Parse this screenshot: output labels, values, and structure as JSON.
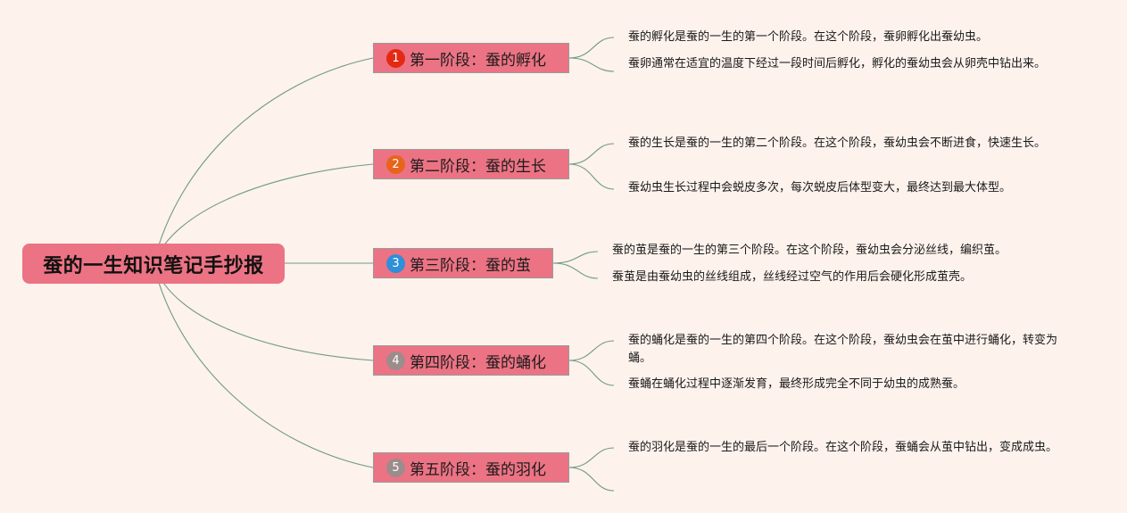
{
  "root": {
    "title": "蚕的一生知识笔记手抄报"
  },
  "branches": [
    {
      "number": "1",
      "badge_color": "#e32a12",
      "label": "第一阶段：蚕的孵化",
      "notes": [
        "蚕的孵化是蚕的一生的第一个阶段。在这个阶段，蚕卵孵化出蚕幼虫。",
        "蚕卵通常在适宜的温度下经过一段时间后孵化，孵化的蚕幼虫会从卵壳中钻出来。"
      ]
    },
    {
      "number": "2",
      "badge_color": "#e8641c",
      "label": "第二阶段：蚕的生长",
      "notes": [
        "蚕的生长是蚕的一生的第二个阶段。在这个阶段，蚕幼虫会不断进食，快速生长。",
        "蚕幼虫生长过程中会蜕皮多次，每次蜕皮后体型变大，最终达到最大体型。"
      ]
    },
    {
      "number": "3",
      "badge_color": "#2f8fd8",
      "label": "第三阶段：蚕的茧",
      "notes": [
        "蚕的茧是蚕的一生的第三个阶段。在这个阶段，蚕幼虫会分泌丝线，编织茧。",
        "蚕茧是由蚕幼虫的丝线组成，丝线经过空气的作用后会硬化形成茧壳。"
      ]
    },
    {
      "number": "4",
      "badge_color": "#9c8c8c",
      "label": "第四阶段：蚕的蛹化",
      "notes": [
        "蚕的蛹化是蚕的一生的第四个阶段。在这个阶段，蚕幼虫会在茧中进行蛹化，转变为蛹。",
        "蚕蛹在蛹化过程中逐渐发育，最终形成完全不同于幼虫的成熟蚕。"
      ]
    },
    {
      "number": "5",
      "badge_color": "#9c8c8c",
      "label": "第五阶段：蚕的羽化",
      "notes": [
        "蚕的羽化是蚕的一生的最后一个阶段。在这个阶段，蚕蛹会从茧中钻出，变成成虫。",
        ""
      ]
    }
  ]
}
